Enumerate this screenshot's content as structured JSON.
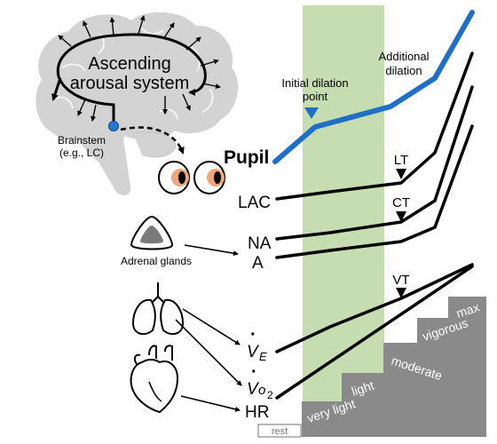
{
  "brain": {
    "title_line1": "Ascending",
    "title_line2": "arousal system",
    "brainstem_line1": "Brainstem",
    "brainstem_line2": "(e.g., LC)"
  },
  "pupil": {
    "label": "Pupil",
    "initial_line1": "Initial dilation",
    "initial_line2": "point",
    "additional_line1": "Additional",
    "additional_line2": "dilation"
  },
  "variables": {
    "lac": "LAC",
    "na": "NA",
    "a": "A",
    "ve_dot": "·",
    "ve": "V",
    "ve_sub": "E",
    "vo2_dot": "·",
    "vo2_v": "V",
    "vo2_o": "o",
    "vo2_sub": "2",
    "hr": "HR"
  },
  "thresholds": {
    "lt": "LT",
    "ct": "CT",
    "vt": "VT"
  },
  "adrenal": {
    "label": "Adrenal glands"
  },
  "intensity_steps": [
    "rest",
    "very light",
    "light",
    "moderate",
    "vigorous",
    "max"
  ],
  "colors": {
    "pupil_line": "#1f6fc6",
    "threshold_band": "#c5ddb0",
    "steps": "#8a8a8a",
    "brain": "#d3d3d3",
    "iris": "#f0a77a",
    "brainstem_dot": "#1f78d1"
  }
}
